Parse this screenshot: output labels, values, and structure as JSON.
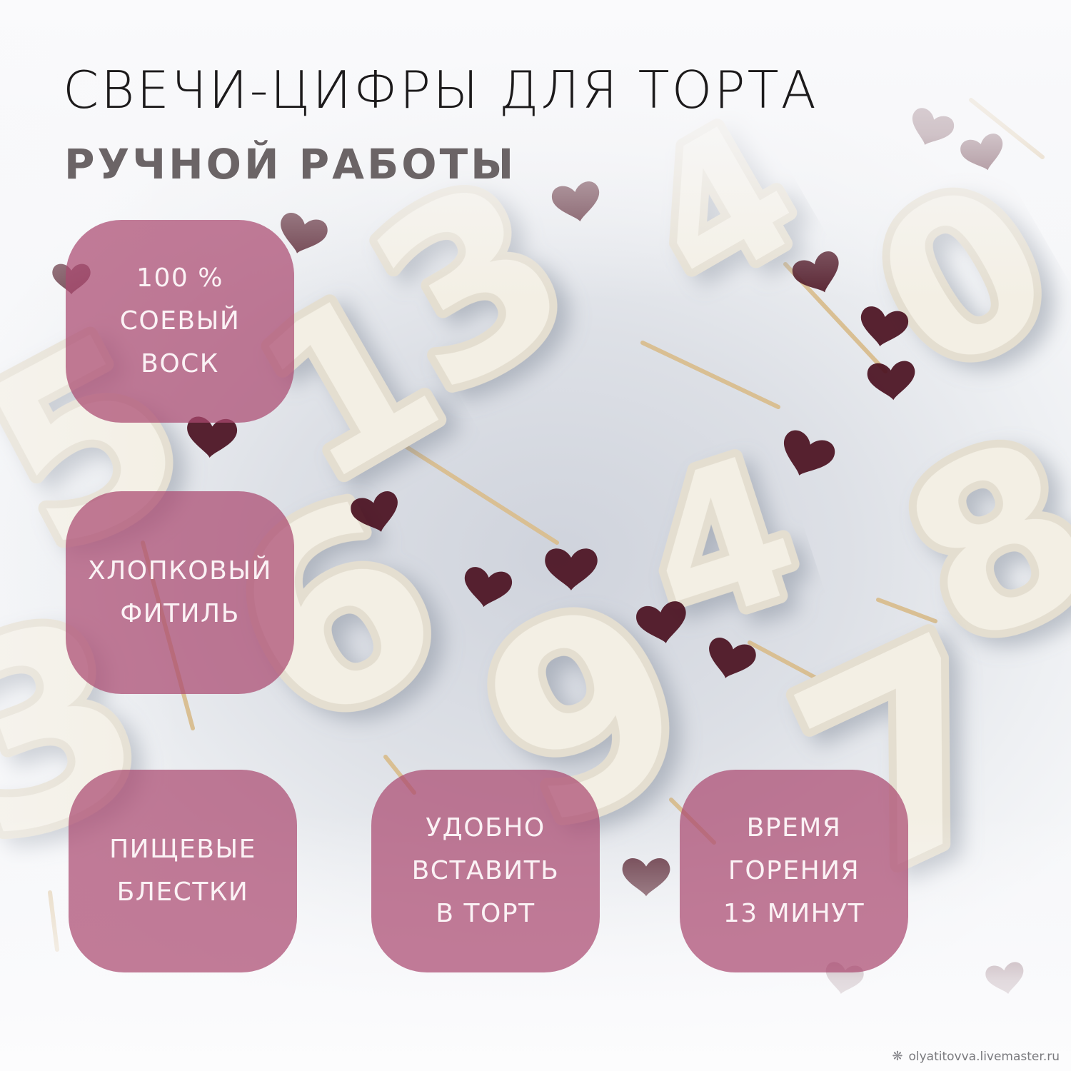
{
  "header": {
    "title": "СВЕЧИ-ЦИФРЫ ДЛЯ ТОРТА",
    "subtitle": "РУЧНОЙ РАБОТЫ"
  },
  "features": [
    {
      "text": "100 %\nСОЕВЫЙ\nВОСК"
    },
    {
      "text": "ХЛОПКОВЫЙ\nФИТИЛЬ"
    },
    {
      "text": "ПИЩЕВЫЕ\nБЛЕСТКИ"
    },
    {
      "text": "УДОБНО\nВСТАВИТЬ\nВ ТОРТ"
    },
    {
      "text": "ВРЕМЯ\nГОРЕНИЯ\n13 МИНУТ"
    }
  ],
  "background_digits": [
    "5",
    "1",
    "3",
    "4",
    "0",
    "4",
    "8",
    "6",
    "9",
    "7",
    "3"
  ],
  "watermark": {
    "icon": "snowflake-logo-icon",
    "text": "olyatitovva.livemaster.ru"
  },
  "colors": {
    "badge": "#aa4a70",
    "title": "#1c1a1b",
    "subtitle": "#6b6466",
    "heart": "#4a1020",
    "candle": "#f3efe4"
  }
}
